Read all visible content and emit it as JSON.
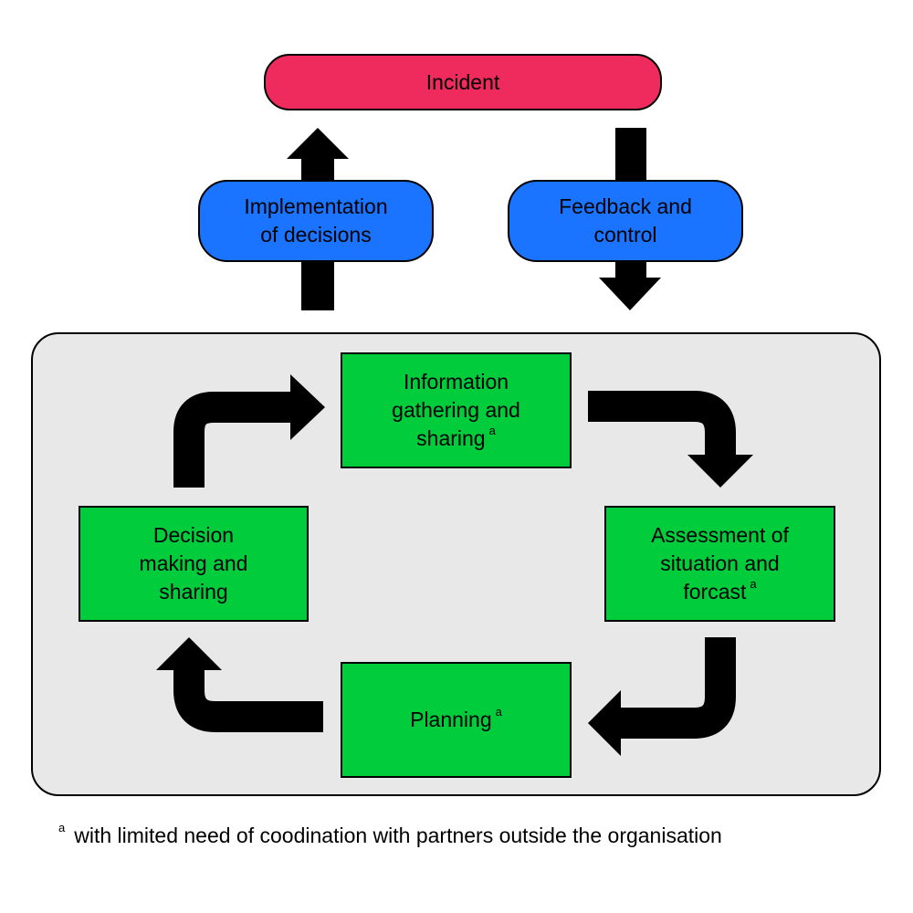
{
  "incident": {
    "label": "Incident",
    "color": "#ee2b5c"
  },
  "implementation": {
    "line1": "Implementation",
    "line2": "of decisions"
  },
  "feedback": {
    "line1": "Feedback and",
    "line2": "control"
  },
  "cycle": {
    "information": {
      "line1": "Information",
      "line2": "gathering and",
      "line3": "sharing",
      "note": "a"
    },
    "assessment": {
      "line1": "Assessment of",
      "line2": "situation and",
      "line3": "forcast",
      "note": "a"
    },
    "planning": {
      "label": "Planning",
      "note": "a"
    },
    "decision": {
      "line1": "Decision",
      "line2": "making and",
      "line3": "sharing"
    }
  },
  "footnote": {
    "mark": "a",
    "text": "with limited need of coodination with partners outside the organisation"
  },
  "colors": {
    "green": "#00cc3c",
    "blue": "#1a74ff",
    "panel": "#e8e8e8",
    "arrow": "#000000"
  }
}
